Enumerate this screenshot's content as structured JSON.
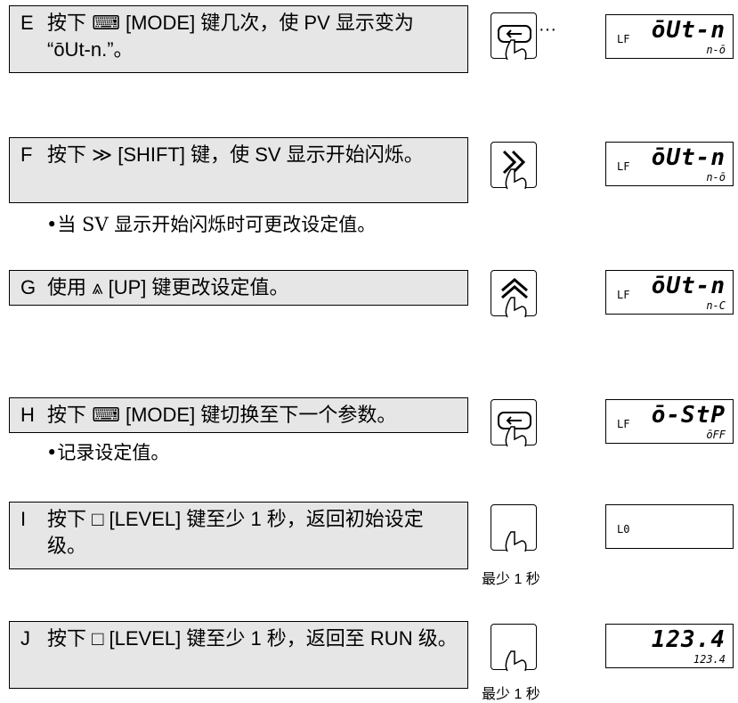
{
  "steps": [
    {
      "letter": "E",
      "text": "按下 ⌨ [MODE] 键几次，使 PV 显示变为 “ōUt-n.”。",
      "display": {
        "level": "LF",
        "pv": "ōUt-n",
        "sv": "n-ō"
      }
    },
    {
      "letter": "F",
      "text": "按下 ≫ [SHIFT] 键，使 SV 显示开始闪烁。",
      "note": "•当 SV 显示开始闪烁时可更改设定值。",
      "display": {
        "level": "LF",
        "pv": "ōUt-n",
        "sv": "n-ō"
      }
    },
    {
      "letter": "G",
      "text": "使用 ⩓ [UP] 键更改设定值。",
      "display": {
        "level": "LF",
        "pv": "ōUt-n",
        "sv": "n-C"
      }
    },
    {
      "letter": "H",
      "text": "按下 ⌨ [MODE] 键切换至下一个参数。",
      "note": "•记录设定值。",
      "display": {
        "level": "LF",
        "pv": "ō-StP",
        "sv": "ōFF"
      }
    },
    {
      "letter": "I",
      "text": "按下 □ [LEVEL] 键至少 1 秒，返回初始设定级。",
      "caption": "最少 1 秒",
      "display": {
        "level": "L0",
        "pv": "",
        "sv": ""
      }
    },
    {
      "letter": "J",
      "text": "按下 □ [LEVEL] 键至少 1 秒，返回至 RUN 级。",
      "caption": "最少 1 秒",
      "display": {
        "level": "",
        "pv": "123.4",
        "sv": "123.4"
      }
    }
  ],
  "dots": "···"
}
